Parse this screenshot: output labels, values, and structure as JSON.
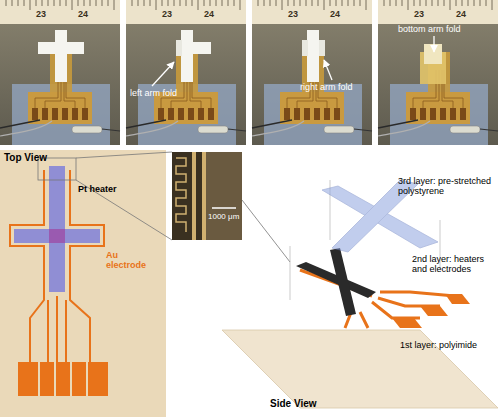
{
  "diagram": {
    "labels": [
      "23",
      "24",
      "23",
      "24",
      "left arm fold",
      "23",
      "24",
      "right arm fold",
      "23",
      "24",
      "bottom arm fold",
      "Top View",
      "Pt heater",
      "Au electrode",
      "1000 μm",
      "3rd layer: pre-stretched polystyrene",
      "2nd layer: heaters and electrodes",
      "1st layer: polyimide",
      "Side View"
    ]
  }
}
